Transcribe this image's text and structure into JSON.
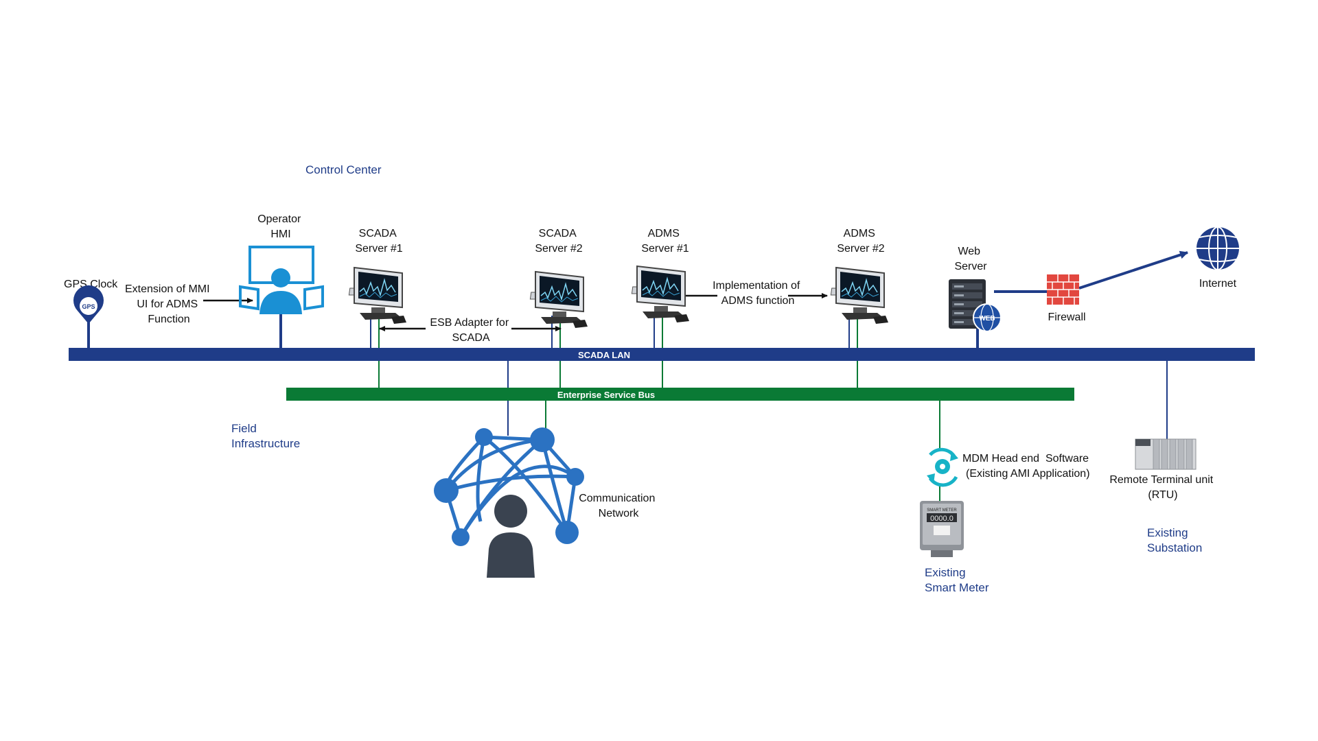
{
  "sections": {
    "control_center": "Control Center",
    "field_infrastructure": [
      "Field",
      "Infrastructure"
    ],
    "existing_substation": [
      "Existing",
      "Substation"
    ],
    "existing_smart_meter": [
      "Existing",
      "Smart Meter"
    ]
  },
  "buses": {
    "scada_lan": "SCADA LAN",
    "esb": "Enterprise Service Bus"
  },
  "nodes": {
    "gps_clock": {
      "label": "GPS Clock",
      "badge": "GPS"
    },
    "mmi_extension": [
      "Extension of MMI",
      "UI for ADMS",
      "Function"
    ],
    "operator_hmi": [
      "Operator",
      "HMI"
    ],
    "scada_server_1": [
      "SCADA",
      "Server #1"
    ],
    "scada_server_2": [
      "SCADA",
      "Server #2"
    ],
    "adms_server_1": [
      "ADMS",
      "Server #1"
    ],
    "adms_server_2": [
      "ADMS",
      "Server #2"
    ],
    "esb_adapter": [
      "ESB Adapter for",
      "SCADA"
    ],
    "adms_impl": [
      "Implementation of",
      "ADMS function"
    ],
    "web_server": {
      "label": [
        "Web",
        "Server"
      ],
      "badge": "WEB"
    },
    "firewall": "Firewall",
    "internet": "Internet",
    "mdm": [
      "MDM Head end  Software",
      "(Existing AMI Application)"
    ],
    "smart_meter": {
      "caption": "SMART METER",
      "reading": "0000.0"
    },
    "rtu": [
      "Remote Terminal unit",
      "(RTU)"
    ],
    "comm_network": [
      "Communication",
      "Network"
    ]
  },
  "colors": {
    "lan": "#1f3c88",
    "esb": "#0a7a35",
    "hmi": "#1a90d4",
    "firewall": "#e2473f",
    "mdm": "#17b3c7",
    "network": "#2b72c2",
    "person": "#3a4350"
  }
}
